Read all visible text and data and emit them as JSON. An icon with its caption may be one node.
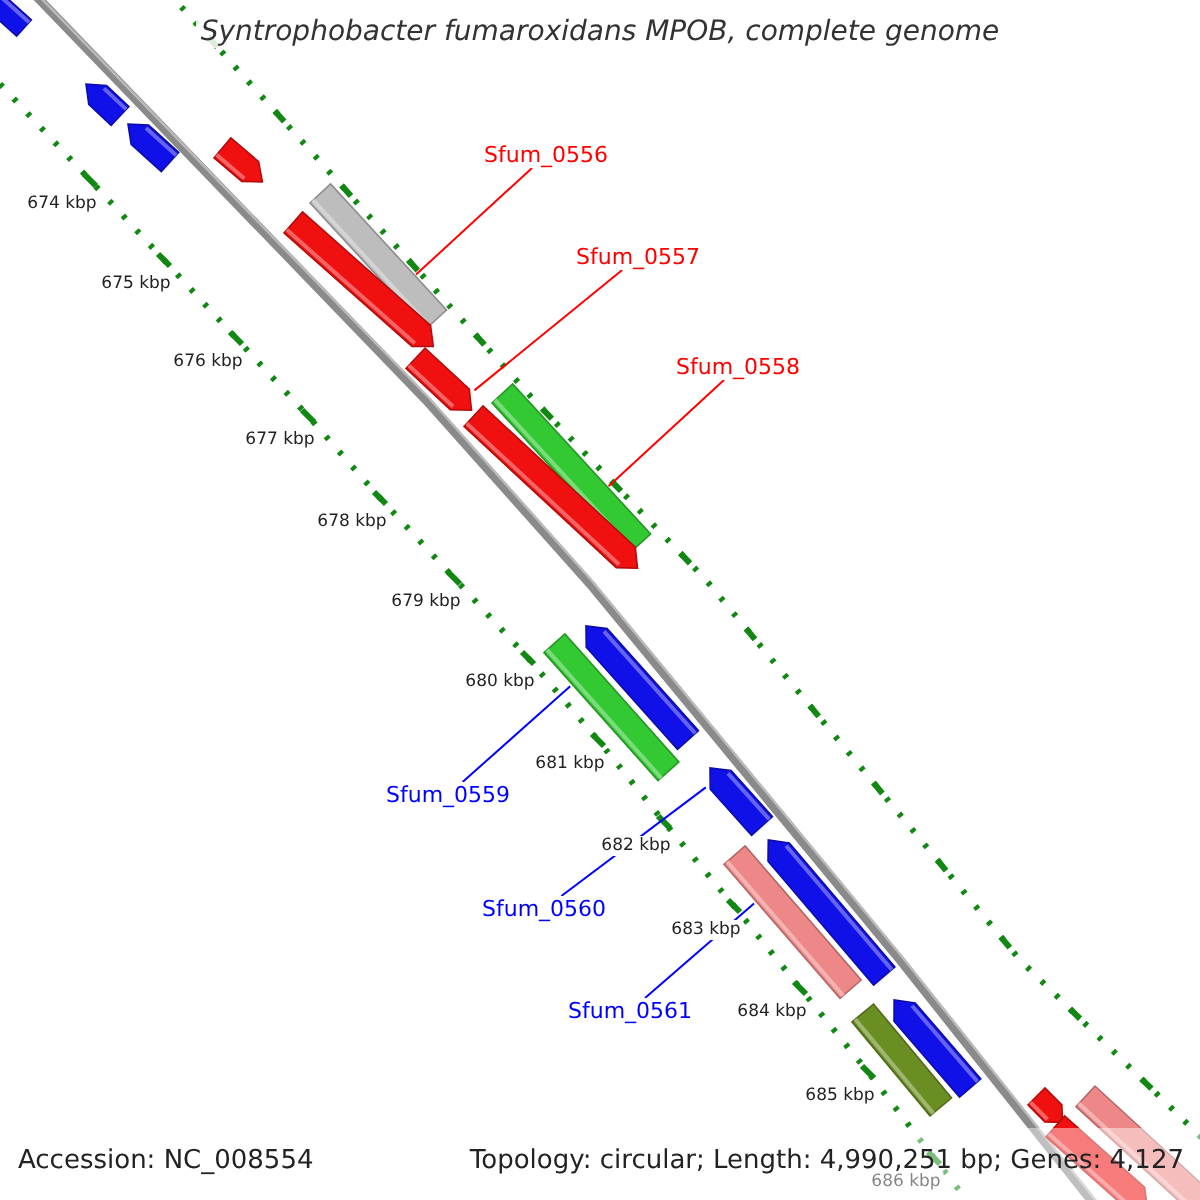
{
  "diagram": {
    "title": "Syntrophobacter fumaroxidans MPOB, complete genome",
    "nodes": [
      {
        "text": [
          "Sfum_0556"
        ]
      },
      {
        "text": [
          "Sfum_0557"
        ]
      },
      {
        "text": [
          "Sfum_0558"
        ]
      },
      {
        "text": [
          "Sfum_0559"
        ]
      },
      {
        "text": [
          "Sfum_0560"
        ]
      },
      {
        "text": [
          "Sfum_0561"
        ]
      },
      {
        "text": [],
        "shape": "pentagon"
      },
      {
        "text": [],
        "shape": "pentagon"
      },
      {
        "text": [],
        "shape": "pentagon"
      },
      {
        "text": [],
        "shape": "pentagon"
      },
      {
        "text": [],
        "shape": "bar"
      },
      {
        "text": [],
        "shape": "pentagon"
      },
      {
        "text": [],
        "shape": "pentagon"
      },
      {
        "text": [],
        "shape": "bar"
      },
      {
        "text": [],
        "shape": "pentagon"
      },
      {
        "text": [],
        "shape": "pentagon"
      },
      {
        "text": [],
        "shape": "bar"
      },
      {
        "text": [],
        "shape": "pentagon"
      },
      {
        "text": [],
        "shape": "pentagon"
      },
      {
        "text": [],
        "shape": "bar"
      },
      {
        "text": [],
        "shape": "pentagon"
      },
      {
        "text": [],
        "shape": "bar"
      },
      {
        "text": [],
        "shape": "pentagon"
      },
      {
        "text": [],
        "shape": "bar"
      },
      {
        "text": [],
        "shape": "pentagon"
      }
    ],
    "edges": [
      {
        "from": 0,
        "to": 10,
        "arrow": "none",
        "color": "#ff0000"
      },
      {
        "from": 1,
        "to": 12,
        "arrow": "none",
        "color": "#ff0000"
      },
      {
        "from": 2,
        "to": 13,
        "arrow": "none",
        "color": "#ff0000"
      },
      {
        "from": 3,
        "to": 16,
        "arrow": "none",
        "color": "#0000ff"
      },
      {
        "from": 4,
        "to": 17,
        "arrow": "none",
        "color": "#0000ff"
      },
      {
        "from": 5,
        "to": 19,
        "arrow": "none",
        "color": "#0000ff"
      }
    ],
    "labels": [
      "674 kbp",
      "675 kbp",
      "676 kbp",
      "677 kbp",
      "678 kbp",
      "679 kbp",
      "680 kbp",
      "681 kbp",
      "682 kbp",
      "683 kbp",
      "684 kbp",
      "685 kbp",
      "686 kbp",
      "Accession: NC_008554",
      "Topology: circular; Length: 4,990,251 bp; Genes: 4,127"
    ]
  }
}
